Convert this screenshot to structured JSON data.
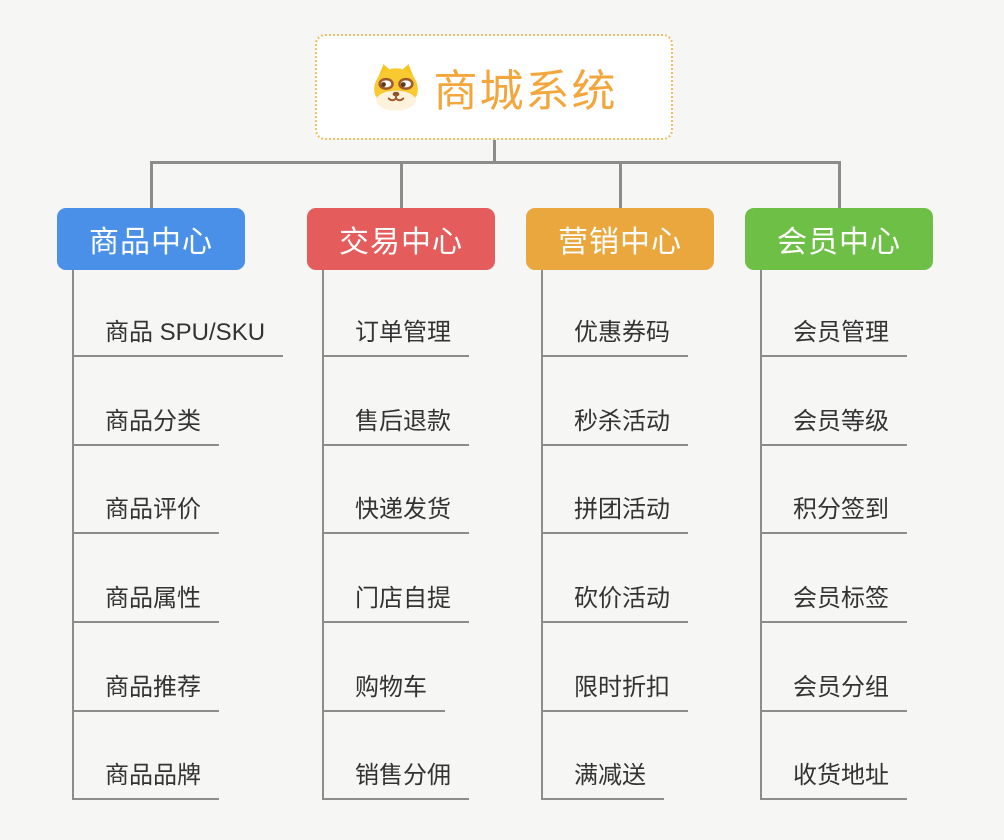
{
  "canvas": {
    "background": "#f6f6f5",
    "connector_color": "#8c8c8c",
    "leaf_text_color": "#333333"
  },
  "root": {
    "title": "商城系统",
    "icon": "shiba-dog-face-icon",
    "text_color": "#f2a63c",
    "border_color": "#f0bd62",
    "background": "#ffffff"
  },
  "branches": [
    {
      "label": "商品中心",
      "color": "#4a90e8",
      "children": [
        "商品 SPU/SKU",
        "商品分类",
        "商品评价",
        "商品属性",
        "商品推荐",
        "商品品牌"
      ]
    },
    {
      "label": "交易中心",
      "color": "#e45c5c",
      "children": [
        "订单管理",
        "售后退款",
        "快递发货",
        "门店自提",
        "购物车",
        "销售分佣"
      ]
    },
    {
      "label": "营销中心",
      "color": "#e9a73e",
      "children": [
        "优惠券码",
        "秒杀活动",
        "拼团活动",
        "砍价活动",
        "限时折扣",
        "满减送"
      ]
    },
    {
      "label": "会员中心",
      "color": "#6ebf45",
      "children": [
        "会员管理",
        "会员等级",
        "积分签到",
        "会员标签",
        "会员分组",
        "收货地址"
      ]
    }
  ],
  "icon_colors": {
    "fur_yellow": "#f8ca30",
    "fur_cream": "#fdf3dc",
    "eye_brown": "#a05a2c",
    "pupil_brown": "#5b3a1e",
    "nose_brown": "#8d5524"
  }
}
